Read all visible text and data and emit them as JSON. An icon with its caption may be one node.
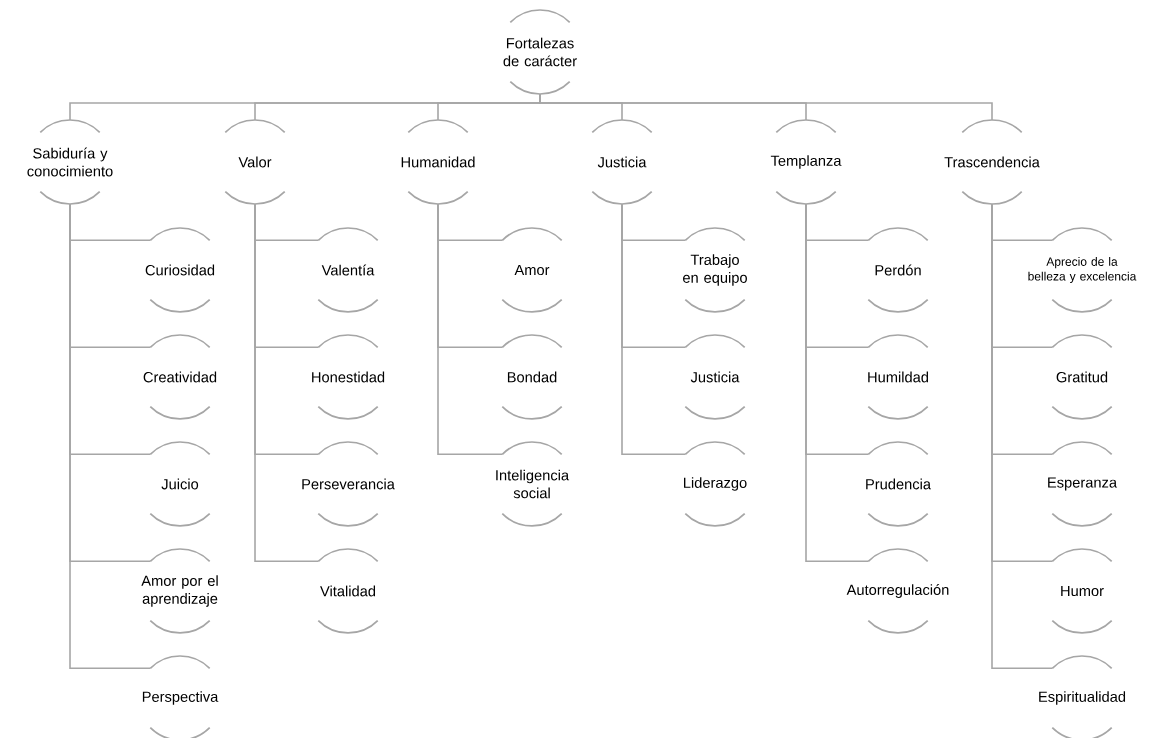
{
  "diagram": {
    "nodes": [
      {
        "text": [
          "Fortalezas de carácter"
        ]
      },
      {
        "text": [
          "Sabiduría y conocimiento"
        ]
      },
      {
        "text": [
          "Valor"
        ]
      },
      {
        "text": [
          "Humanidad"
        ]
      },
      {
        "text": [
          "Justicia"
        ]
      },
      {
        "text": [
          "Templanza"
        ]
      },
      {
        "text": [
          "Trascendencia"
        ]
      },
      {
        "text": [
          "Curiosidad"
        ]
      },
      {
        "text": [
          "Creatividad"
        ]
      },
      {
        "text": [
          "Juicio"
        ]
      },
      {
        "text": [
          "Amor por el aprendizaje"
        ]
      },
      {
        "text": [
          "Perspectiva"
        ]
      },
      {
        "text": [
          "Valentía"
        ]
      },
      {
        "text": [
          "Honestidad"
        ]
      },
      {
        "text": [
          "Perseverancia"
        ]
      },
      {
        "text": [
          "Vitalidad"
        ]
      },
      {
        "text": [
          "Amor"
        ]
      },
      {
        "text": [
          "Bondad"
        ]
      },
      {
        "text": [
          "Inteligencia social"
        ]
      },
      {
        "text": [
          "Trabajo en equipo"
        ]
      },
      {
        "text": [
          "Justicia"
        ]
      },
      {
        "text": [
          "Liderazgo"
        ]
      },
      {
        "text": [
          "Perdón"
        ]
      },
      {
        "text": [
          "Humildad"
        ]
      },
      {
        "text": [
          "Prudencia"
        ]
      },
      {
        "text": [
          "Autorregulación"
        ]
      },
      {
        "text": [
          "Aprecio de la belleza y excelencia"
        ]
      },
      {
        "text": [
          "Gratitud"
        ]
      },
      {
        "text": [
          "Esperanza"
        ]
      },
      {
        "text": [
          "Humor"
        ]
      },
      {
        "text": [
          "Espiritualidad"
        ]
      }
    ],
    "edges": [
      {
        "from": 0,
        "to": 1,
        "arrow": "none"
      },
      {
        "from": 0,
        "to": 2,
        "arrow": "none"
      },
      {
        "from": 0,
        "to": 3,
        "arrow": "none"
      },
      {
        "from": 0,
        "to": 4,
        "arrow": "none"
      },
      {
        "from": 0,
        "to": 5,
        "arrow": "none"
      },
      {
        "from": 0,
        "to": 6,
        "arrow": "none"
      },
      {
        "from": 1,
        "to": 7,
        "arrow": "none"
      },
      {
        "from": 1,
        "to": 8,
        "arrow": "none"
      },
      {
        "from": 1,
        "to": 9,
        "arrow": "none"
      },
      {
        "from": 1,
        "to": 10,
        "arrow": "none"
      },
      {
        "from": 1,
        "to": 11,
        "arrow": "none"
      },
      {
        "from": 2,
        "to": 12,
        "arrow": "none"
      },
      {
        "from": 2,
        "to": 13,
        "arrow": "none"
      },
      {
        "from": 2,
        "to": 14,
        "arrow": "none"
      },
      {
        "from": 2,
        "to": 15,
        "arrow": "none"
      },
      {
        "from": 3,
        "to": 16,
        "arrow": "none"
      },
      {
        "from": 3,
        "to": 17,
        "arrow": "none"
      },
      {
        "from": 3,
        "to": 18,
        "arrow": "none"
      },
      {
        "from": 4,
        "to": 19,
        "arrow": "none"
      },
      {
        "from": 4,
        "to": 20,
        "arrow": "none"
      },
      {
        "from": 4,
        "to": 21,
        "arrow": "none"
      },
      {
        "from": 5,
        "to": 22,
        "arrow": "none"
      },
      {
        "from": 5,
        "to": 23,
        "arrow": "none"
      },
      {
        "from": 5,
        "to": 24,
        "arrow": "none"
      },
      {
        "from": 5,
        "to": 25,
        "arrow": "none"
      },
      {
        "from": 6,
        "to": 26,
        "arrow": "none"
      },
      {
        "from": 6,
        "to": 27,
        "arrow": "none"
      },
      {
        "from": 6,
        "to": 28,
        "arrow": "none"
      },
      {
        "from": 6,
        "to": 29,
        "arrow": "none"
      },
      {
        "from": 6,
        "to": 30,
        "arrow": "none"
      }
    ]
  }
}
